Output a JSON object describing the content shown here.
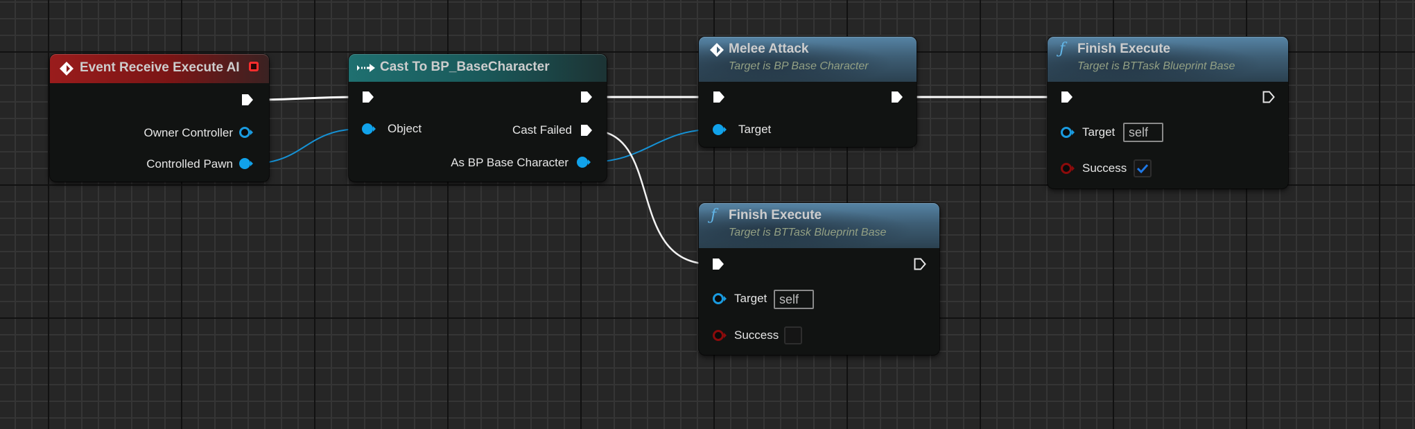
{
  "graph": {
    "background_color": "#262626",
    "minor_grid_color": "#353535",
    "major_grid_color": "#111111",
    "exec_wire_color": "#ffffff",
    "object_wire_color": "#129adf"
  },
  "nodes": {
    "event": {
      "title": "Event Receive Execute AI",
      "icon": "event-diamond-icon",
      "header_color": "#8a1818",
      "pins": {
        "owner_controller": "Owner Controller",
        "controlled_pawn": "Controlled Pawn"
      }
    },
    "cast": {
      "title": "Cast To BP_BaseCharacter",
      "icon": "cast-arrow-icon",
      "header_color": "#1f6b6b",
      "pins": {
        "object": "Object",
        "cast_failed": "Cast Failed",
        "as_bp": "As BP Base Character"
      }
    },
    "melee": {
      "title": "Melee Attack",
      "subtitle": "Target is BP Base Character",
      "icon": "event-diamond-icon",
      "header_color": "#4a7090",
      "pins": {
        "target": "Target"
      }
    },
    "finish1": {
      "title": "Finish Execute",
      "subtitle": "Target is BTTask Blueprint Base",
      "icon": "function-icon",
      "header_color": "#4a7090",
      "pins": {
        "target": "Target",
        "target_value": "self",
        "success": "Success",
        "success_checked": true
      }
    },
    "finish2": {
      "title": "Finish Execute",
      "subtitle": "Target is BTTask Blueprint Base",
      "icon": "function-icon",
      "header_color": "#4a7090",
      "pins": {
        "target": "Target",
        "target_value": "self",
        "success": "Success",
        "success_checked": false
      }
    }
  },
  "connections": [
    {
      "from": "Event Receive Execute AI.exec",
      "to": "Cast To BP_BaseCharacter.exec"
    },
    {
      "from": "Event Receive Execute AI.Controlled Pawn",
      "to": "Cast To BP_BaseCharacter.Object"
    },
    {
      "from": "Cast To BP_BaseCharacter.exec_out",
      "to": "Melee Attack.exec"
    },
    {
      "from": "Cast To BP_BaseCharacter.As BP Base Character",
      "to": "Melee Attack.Target"
    },
    {
      "from": "Cast To BP_BaseCharacter.Cast Failed",
      "to": "Finish Execute (lower).exec"
    },
    {
      "from": "Melee Attack.exec_out",
      "to": "Finish Execute (upper).exec"
    }
  ]
}
